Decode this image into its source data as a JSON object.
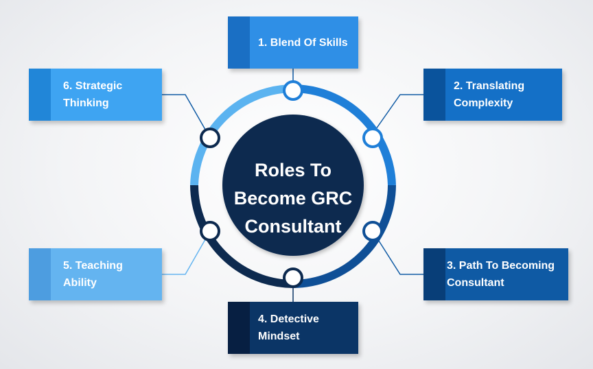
{
  "diagram": {
    "center": {
      "title": "Roles To Become GRC Consultant"
    },
    "nodes": [
      {
        "label": "1. Blend Of Skills",
        "color": "#2f8fe6",
        "tab_color": "#1a6fc4"
      },
      {
        "label": "2. Translating Complexity",
        "color": "#1470c7",
        "tab_color": "#0a539c"
      },
      {
        "label": "3. Path To Becoming Consultant",
        "color": "#0f5aa4",
        "tab_color": "#083e78"
      },
      {
        "label": "4. Detective Mindset",
        "color": "#0b3566",
        "tab_color": "#071f42"
      },
      {
        "label": "5. Teaching Ability",
        "color": "#64b4f0",
        "tab_color": "#4d9de0"
      },
      {
        "label": "6. Strategic Thinking",
        "color": "#3ea4f2",
        "tab_color": "#2186d8"
      }
    ],
    "colors": {
      "center_fill": "#0d2a4f",
      "ring_light": "#5bb3f0",
      "ring_mid": "#1f7fd8",
      "ring_dark": "#0d2a4f",
      "connector": "#0f5aa4"
    }
  }
}
